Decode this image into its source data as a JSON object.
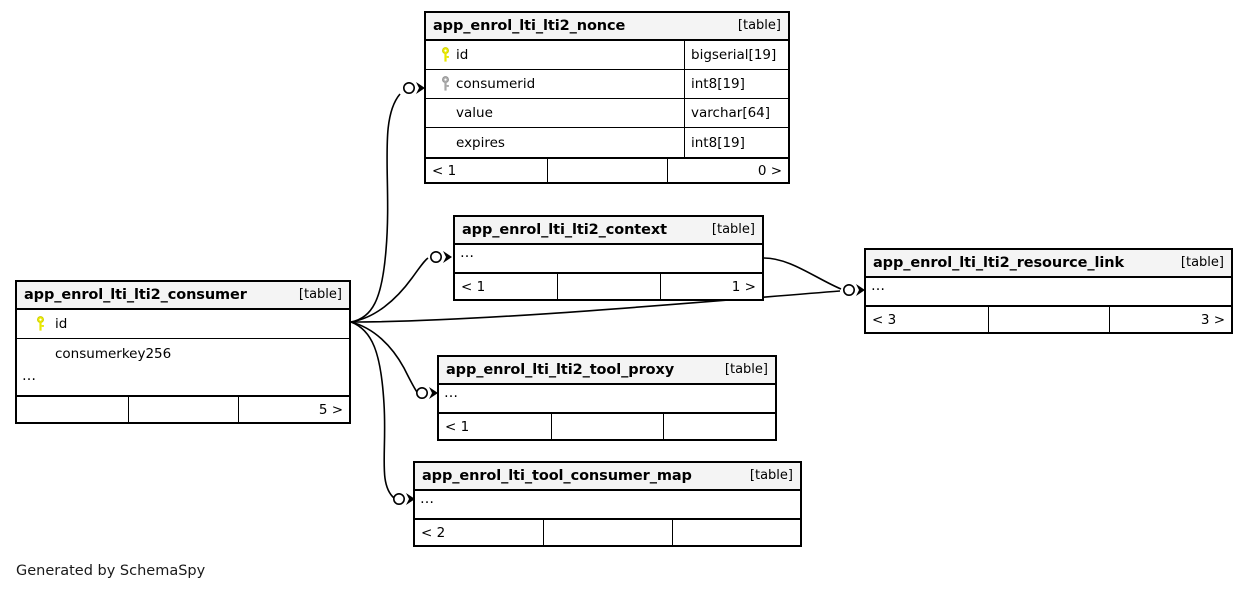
{
  "diagram": {
    "type": "entity-relationship-diagram",
    "generator_credit": "Generated by SchemaSpy",
    "table_kind_label": "[table]",
    "ellipsis": "…",
    "colors": {
      "border": "#000000",
      "header_background": "#f4f4f4",
      "body_background": "#ffffff",
      "primary_key_icon": "#e8e800",
      "foreign_key_icon": "#a0a0a0",
      "edge": "#000000"
    },
    "tables": [
      {
        "id": "nonce",
        "name": "app_enrol_lti_lti2_nonce",
        "kind": "[table]",
        "columns": [
          {
            "key": "primary",
            "name": "id",
            "type": "bigserial[19]"
          },
          {
            "key": "foreign",
            "name": "consumerid",
            "type": "int8[19]"
          },
          {
            "key": "none",
            "name": "value",
            "type": "varchar[64]"
          },
          {
            "key": "none",
            "name": "expires",
            "type": "int8[19]"
          }
        ],
        "has_ellipsis_row": false,
        "footer": {
          "left": "< 1",
          "middle": "",
          "right": "0 >"
        }
      },
      {
        "id": "context",
        "name": "app_enrol_lti_lti2_context",
        "kind": "[table]",
        "columns": [],
        "has_ellipsis_row": true,
        "footer": {
          "left": "< 1",
          "middle": "",
          "right": "1 >"
        }
      },
      {
        "id": "resource_link",
        "name": "app_enrol_lti_lti2_resource_link",
        "kind": "[table]",
        "columns": [],
        "has_ellipsis_row": true,
        "footer": {
          "left": "< 3",
          "middle": "",
          "right": "3 >"
        }
      },
      {
        "id": "consumer",
        "name": "app_enrol_lti_lti2_consumer",
        "kind": "[table]",
        "columns": [
          {
            "key": "primary",
            "name": "id",
            "type": ""
          },
          {
            "key": "none",
            "name": "consumerkey256",
            "type": ""
          }
        ],
        "has_ellipsis_row": true,
        "footer": {
          "left": "",
          "middle": "",
          "right": "5 >"
        }
      },
      {
        "id": "tool_proxy",
        "name": "app_enrol_lti_lti2_tool_proxy",
        "kind": "[table]",
        "columns": [],
        "has_ellipsis_row": true,
        "footer": {
          "left": "< 1",
          "middle": "",
          "right": ""
        }
      },
      {
        "id": "tool_consumer_map",
        "name": "app_enrol_lti_tool_consumer_map",
        "kind": "[table]",
        "columns": [],
        "has_ellipsis_row": true,
        "footer": {
          "left": "< 2",
          "middle": "",
          "right": ""
        }
      }
    ],
    "relationships": [
      {
        "from": "consumer",
        "to": "nonce"
      },
      {
        "from": "consumer",
        "to": "context"
      },
      {
        "from": "consumer",
        "to": "resource_link"
      },
      {
        "from": "consumer",
        "to": "tool_proxy"
      },
      {
        "from": "consumer",
        "to": "tool_consumer_map"
      },
      {
        "from": "context",
        "to": "resource_link"
      }
    ]
  }
}
